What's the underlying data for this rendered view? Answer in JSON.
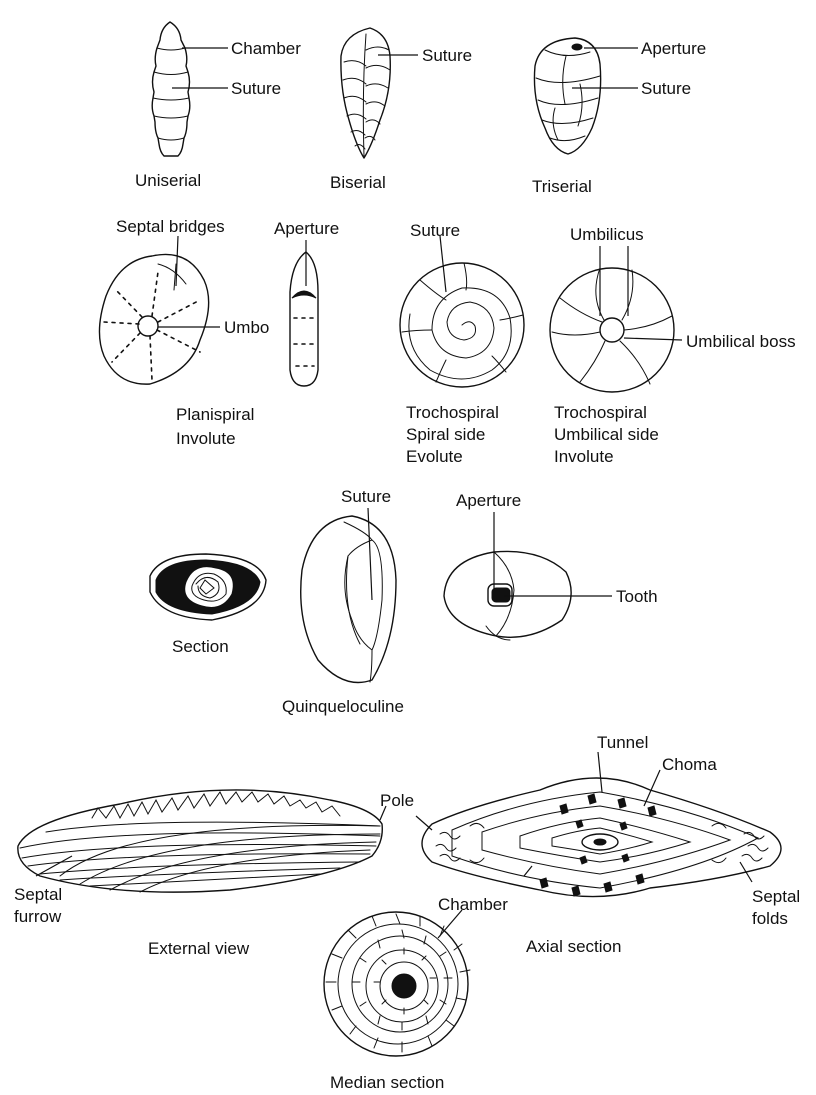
{
  "labels": {
    "chamber_top": "Chamber",
    "suture_uniserial": "Suture",
    "suture_biserial": "Suture",
    "aperture_triserial": "Aperture",
    "suture_triserial": "Suture",
    "uniserial": "Uniserial",
    "biserial": "Biserial",
    "triserial": "Triserial",
    "septal_bridges": "Septal bridges",
    "aperture_planispiral": "Aperture",
    "umbo": "Umbo",
    "planispiral_1": "Planispiral",
    "planispiral_2": "Involute",
    "suture_trochospiral": "Suture",
    "umbilicus": "Umbilicus",
    "umbilical_boss": "Umbilical boss",
    "troch_spiral_1": "Trochospiral",
    "troch_spiral_2": "Spiral side",
    "troch_spiral_3": "Evolute",
    "troch_umb_1": "Trochospiral",
    "troch_umb_2": "Umbilical side",
    "troch_umb_3": "Involute",
    "suture_quinq": "Suture",
    "aperture_quinq": "Aperture",
    "tooth": "Tooth",
    "section": "Section",
    "quinqueloculine": "Quinqueloculine",
    "tunnel": "Tunnel",
    "choma": "Choma",
    "pole": "Pole",
    "septal_furrow_1": "Septal",
    "septal_furrow_2": "furrow",
    "septal_folds_1": "Septal",
    "septal_folds_2": "folds",
    "chamber_fusulinid": "Chamber",
    "external_view": "External view",
    "axial_section": "Axial section",
    "median_section": "Median section"
  }
}
